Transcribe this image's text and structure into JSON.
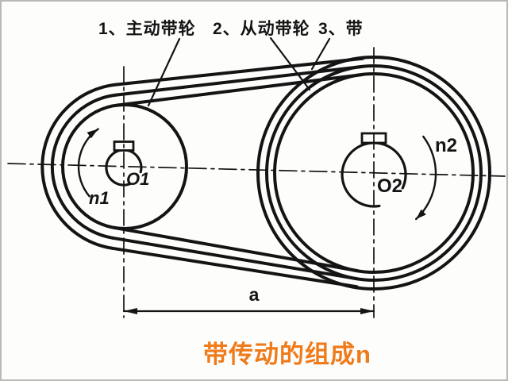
{
  "figure": {
    "callouts": [
      {
        "label": "1、主动带轮"
      },
      {
        "label": "2、从动带轮"
      },
      {
        "label": "3、带"
      }
    ],
    "driving_pulley": {
      "center_label": "O1",
      "speed_label": "n1"
    },
    "driven_pulley": {
      "center_label": "O2",
      "speed_label": "n2"
    },
    "center_distance_label": "a",
    "caption": "带传动的组成n",
    "caption_color": "#ef7b1a",
    "line_color": "#141414",
    "background_color": "#fdfdfc"
  }
}
